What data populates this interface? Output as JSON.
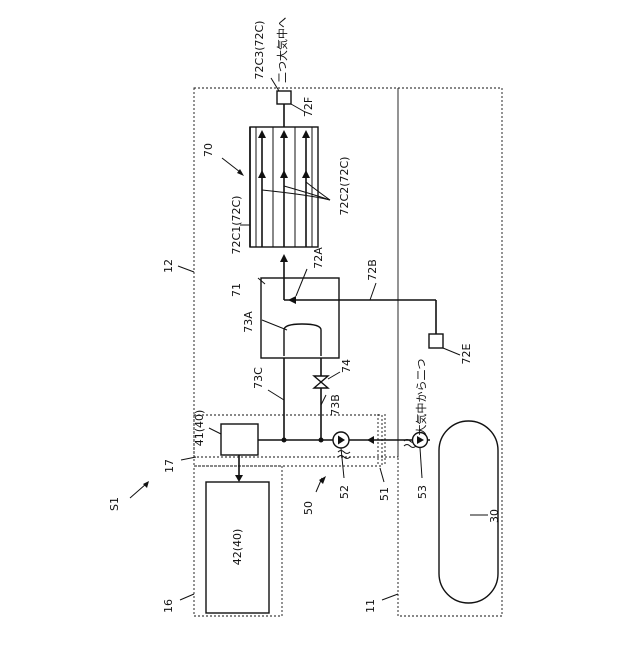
{
  "labels": {
    "system": "S1",
    "zone_11": "11",
    "zone_12": "12",
    "zone_16": "16",
    "zone_17": "17",
    "tank": "30",
    "unit_controller": "41(40)",
    "unit_main": "42(40)",
    "line_50": "50",
    "line_51": "51",
    "pump": "52",
    "check_valve": "53",
    "assembly": "70",
    "chamber": "71",
    "port_72a": "72A",
    "pipe_72b": "72B",
    "tube_72c1": "72C1(72C)",
    "tubes_72c2": "72C2(72C)",
    "tube_72c3": "72C3(72C)",
    "sensor_72e": "72E",
    "sensor_72f": "72F",
    "reservoir": "73A",
    "pipe_73b": "73B",
    "pipe_73c": "73C",
    "valve": "74",
    "to_atmosphere": "二つ大気中へ",
    "from_atmosphere": "大気中から二つ"
  }
}
